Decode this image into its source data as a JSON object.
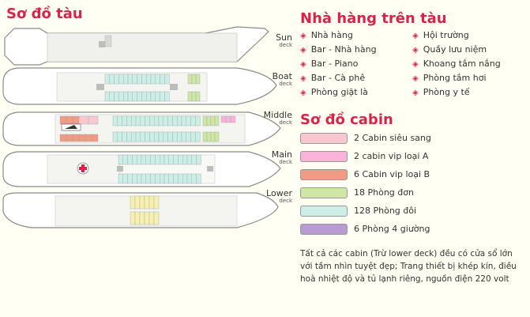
{
  "ship_title": "Sơ đồ tàu",
  "decks": [
    {
      "name": "Sun",
      "sub": "deck"
    },
    {
      "name": "Boat",
      "sub": "deck"
    },
    {
      "name": "Middle",
      "sub": "deck"
    },
    {
      "name": "Main",
      "sub": "deck"
    },
    {
      "name": "Lower",
      "sub": "deck"
    }
  ],
  "restaurant_title": "Nhà hàng trên tàu",
  "amenities": [
    {
      "label": "Nhà hàng",
      "icon": "diamond-icon"
    },
    {
      "label": "Bar - Nhà hàng",
      "icon": "diamond-icon"
    },
    {
      "label": "Bar - Piano",
      "icon": "diamond-icon"
    },
    {
      "label": "Bar - Cà phê",
      "icon": "diamond-icon"
    },
    {
      "label": "Phòng giặt là",
      "icon": "diamond-icon"
    },
    {
      "label": "Hội trường",
      "icon": "diamond-icon"
    },
    {
      "label": "Quầy lưu niệm",
      "icon": "diamond-icon"
    },
    {
      "label": "Khoang tắm nắng",
      "icon": "diamond-icon"
    },
    {
      "label": "Phòng tắm hơi",
      "icon": "diamond-icon"
    },
    {
      "label": "Phòng y tế",
      "icon": "diamond-icon"
    }
  ],
  "cabin_title": "Sơ đồ cabin",
  "cabin_legend": [
    {
      "label": "2 Cabin siêu sang",
      "color": "#f8c7cf"
    },
    {
      "label": "2 cabin vip loại A",
      "color": "#f7b3d8"
    },
    {
      "label": "6 Cabin vip loại B",
      "color": "#f19a84"
    },
    {
      "label": "18 Phòng đơn",
      "color": "#cfe6a4"
    },
    {
      "label": "128 Phòng đôi",
      "color": "#cdeee6"
    },
    {
      "label": "6 Phòng 4 giường",
      "color": "#b99ad1"
    }
  ],
  "note": "Tất cả các cabin (Trừ lower deck) đều có cửa sổ lớn với tầm nhìn tuyệt đẹp; Trang thiết bị khép kín, điều hoà nhiệt độ và tủ lạnh riêng, nguồn điện 220 volt",
  "colors": {
    "accent": "#d9234b",
    "hull_fill": "#ffffff",
    "hull_stroke": "#8a8a8a",
    "double_room": "#cdeee6",
    "single_room": "#cfe6a4",
    "yellow_room": "#f7f0b0"
  }
}
